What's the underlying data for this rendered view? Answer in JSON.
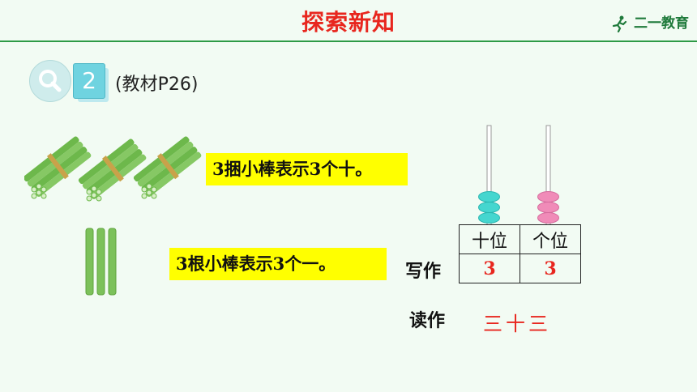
{
  "header": {
    "title": "探索新知",
    "logo_text": "二一教育"
  },
  "section": {
    "number": "2",
    "reference": "(教材P26)"
  },
  "statements": {
    "bundles": "3捆小棒表示3个十。",
    "sticks": "3根小棒表示3个一。"
  },
  "place_value": {
    "columns": [
      "十位",
      "个位"
    ],
    "write_label": "写作",
    "values": [
      "3",
      "3"
    ],
    "read_label": "读作",
    "reading": "三十三"
  },
  "colors": {
    "title": "#E8261E",
    "accent": "#2E9A46",
    "highlight": "#FFFF00",
    "stick": "#7CC15A",
    "tens_bead": "#45D6CF",
    "ones_bead": "#F08BB8"
  },
  "counts": {
    "bundles": 3,
    "sticks": 3,
    "tens_beads": 3,
    "ones_beads": 3
  }
}
